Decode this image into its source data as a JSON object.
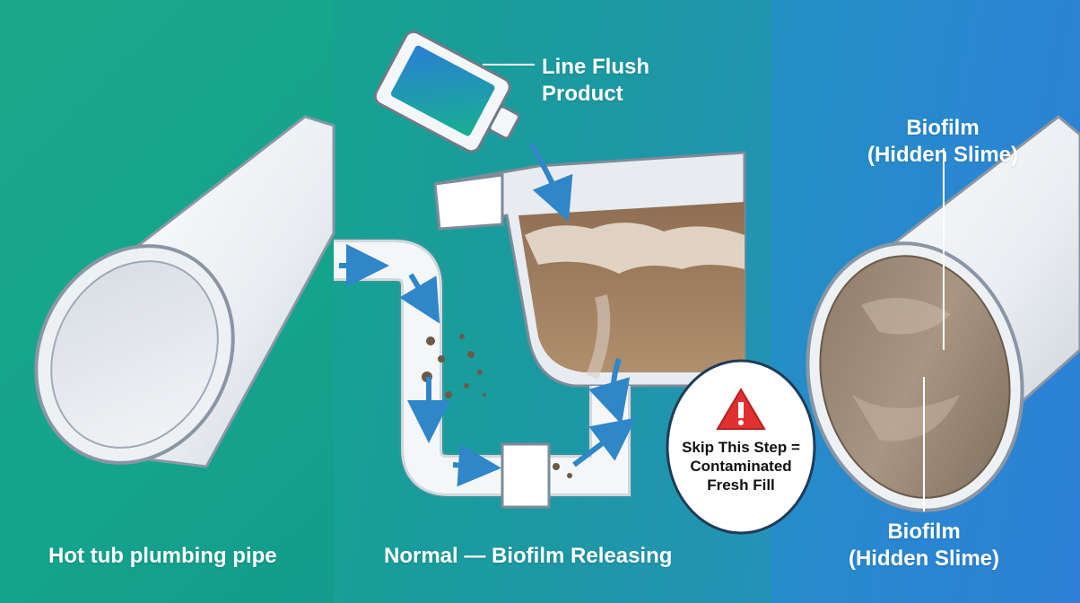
{
  "captions": {
    "left": "Hot tub plumbing pipe",
    "middle": "Normal — Biofilm Releasing"
  },
  "product_label": [
    "Line Flush",
    "Product"
  ],
  "biofilm_label_top": [
    "Biofilm",
    "(Hidden Slime)"
  ],
  "biofilm_label_bottom": [
    "Biofilm",
    "(Hidden Slime)"
  ],
  "warning": {
    "icon": "warning-triangle-icon",
    "lines": [
      "Skip This Step =",
      "Contaminated",
      "Fresh Fill"
    ]
  },
  "colors": {
    "left_panel": "#14a48c",
    "middle_panel": "#1c98a3",
    "right_panel": "#2a86d2",
    "flow_arrow": "#2f86c8",
    "murky_water": "#9c7a5c",
    "warning_red": "#e03030"
  }
}
